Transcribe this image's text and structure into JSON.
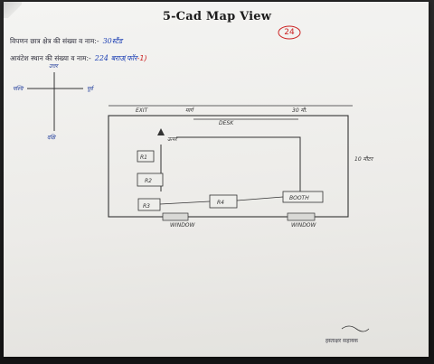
{
  "document": {
    "title": "5-Cad Map View",
    "page_number": "24",
    "fields": [
      {
        "label": "विपणन छात्र क्षेत्र की संख्या व नाम:-",
        "value": "30स्टैंड"
      },
      {
        "label": "आवंटेश स्थान की संख्या व नाम:-",
        "value": "224 बराउ(फॉर",
        "suffix": "-1)"
      }
    ],
    "compass": {
      "north": "उत्तर",
      "south": "दक्षि",
      "west": "पश्चि",
      "east": "पूर्व"
    },
    "map": {
      "top_left_label": "EXIT",
      "top_road": "मार्ग",
      "top_right_label": "30 मी.",
      "desk_label": "DESK",
      "arrow_label": "ऊपर",
      "right_side_label": "10 मीटर",
      "r1": "R1",
      "r2": "R2",
      "r3": "R3",
      "r4": "R4",
      "booth": "BOOTH",
      "window_left": "WINDOW",
      "window_right": "WINDOW"
    },
    "signature_label": "हस्ताक्षर सहायक"
  }
}
